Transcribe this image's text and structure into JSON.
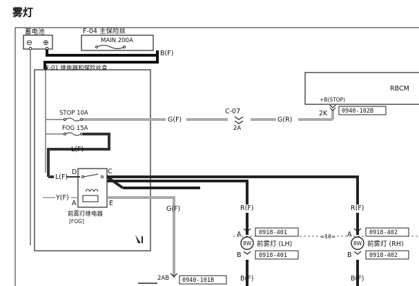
{
  "title": "雾灯",
  "battery": {
    "label": "蓄电池",
    "minus": "⊖",
    "plus": "⊕"
  },
  "main_fuse": {
    "id": "F-04 主保险丝",
    "rating": "MAIN 200A"
  },
  "wires": {
    "battery_out": "B(F)",
    "stop_out": "G(F)",
    "stop_in_rbcm": "G(R)",
    "fog_fuse_out": "L(F)",
    "relay_d": "L(F)",
    "relay_a": "Y(F)",
    "relay_e_out": "G(F)",
    "lamp_lh_in": "R(F)",
    "lamp_rh_in": "R(F)",
    "lamp_lh_out": "B(F)",
    "lamp_rh_out": "B(F)"
  },
  "fuse_box": {
    "label": "F-01 继电器和保险丝盒"
  },
  "stop_fuse": {
    "rating": "STOP 10A"
  },
  "fog_fuse": {
    "rating": "FOG 15A"
  },
  "connector_c07": {
    "id": "C-07",
    "pin": "2A"
  },
  "rbcm": {
    "label": "RBCM",
    "pin_label": "+B(STOP)",
    "pin": "2K",
    "connector": "0940-102B"
  },
  "relay": {
    "name": "前雾灯继电器",
    "code": "[FOG]",
    "pins": {
      "d": "D",
      "c": "C",
      "a": "A",
      "e": "E"
    }
  },
  "lamp_lh": {
    "power": "8W",
    "name": "前雾灯 (LH)",
    "pin_a": "A",
    "pin_b": "B",
    "conn_top": "0918-401",
    "conn_bottom": "0918-401"
  },
  "lamp_rh": {
    "power": "8W",
    "name": "前雾灯 (RH)",
    "pin_a": "A",
    "pin_b": "B",
    "conn_top": "0918-402",
    "conn_bottom": "0918-402"
  },
  "dash_note": "=10=",
  "bottom_connector": {
    "pin": "2AB",
    "id": "0940-101B"
  }
}
